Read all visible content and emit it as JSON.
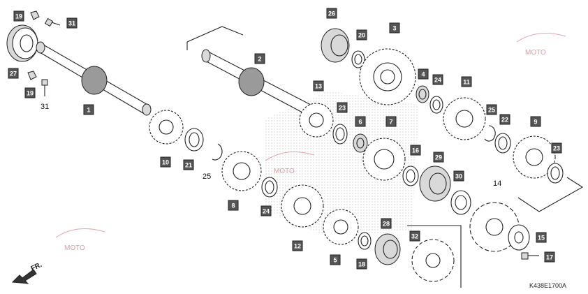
{
  "diagram": {
    "code": "K438E1700A",
    "direction_label": "FR.",
    "watermark": "MOTO",
    "colors": {
      "callout_bg": "#555555",
      "line": "#222222",
      "watermark": "#cc3344"
    },
    "callouts": [
      {
        "id": "c19a",
        "text": "19"
      },
      {
        "id": "c31a",
        "text": "31"
      },
      {
        "id": "c27",
        "text": "27"
      },
      {
        "id": "c19b",
        "text": "19"
      },
      {
        "id": "c1",
        "text": "1"
      },
      {
        "id": "c10",
        "text": "10"
      },
      {
        "id": "c21",
        "text": "21"
      },
      {
        "id": "c2",
        "text": "2"
      },
      {
        "id": "c26",
        "text": "26"
      },
      {
        "id": "c20",
        "text": "20"
      },
      {
        "id": "c3",
        "text": "3"
      },
      {
        "id": "c13",
        "text": "13"
      },
      {
        "id": "c23a",
        "text": "23"
      },
      {
        "id": "c6",
        "text": "6"
      },
      {
        "id": "c7",
        "text": "7"
      },
      {
        "id": "c4",
        "text": "4"
      },
      {
        "id": "c24a",
        "text": "24"
      },
      {
        "id": "c11",
        "text": "11"
      },
      {
        "id": "c25b",
        "text": "25"
      },
      {
        "id": "c22",
        "text": "22"
      },
      {
        "id": "c9",
        "text": "9"
      },
      {
        "id": "c23b",
        "text": "23"
      },
      {
        "id": "c16",
        "text": "16"
      },
      {
        "id": "c29",
        "text": "29"
      },
      {
        "id": "c30",
        "text": "30"
      },
      {
        "id": "c8",
        "text": "8"
      },
      {
        "id": "c24b",
        "text": "24"
      },
      {
        "id": "c12",
        "text": "12"
      },
      {
        "id": "c5",
        "text": "5"
      },
      {
        "id": "c28",
        "text": "28"
      },
      {
        "id": "c18",
        "text": "18"
      },
      {
        "id": "c32",
        "text": "32"
      },
      {
        "id": "c15",
        "text": "15"
      },
      {
        "id": "c17",
        "text": "17"
      }
    ],
    "plain_labels": [
      {
        "id": "p31",
        "text": "31"
      },
      {
        "id": "p25",
        "text": "25"
      },
      {
        "id": "p14",
        "text": "14"
      }
    ]
  }
}
